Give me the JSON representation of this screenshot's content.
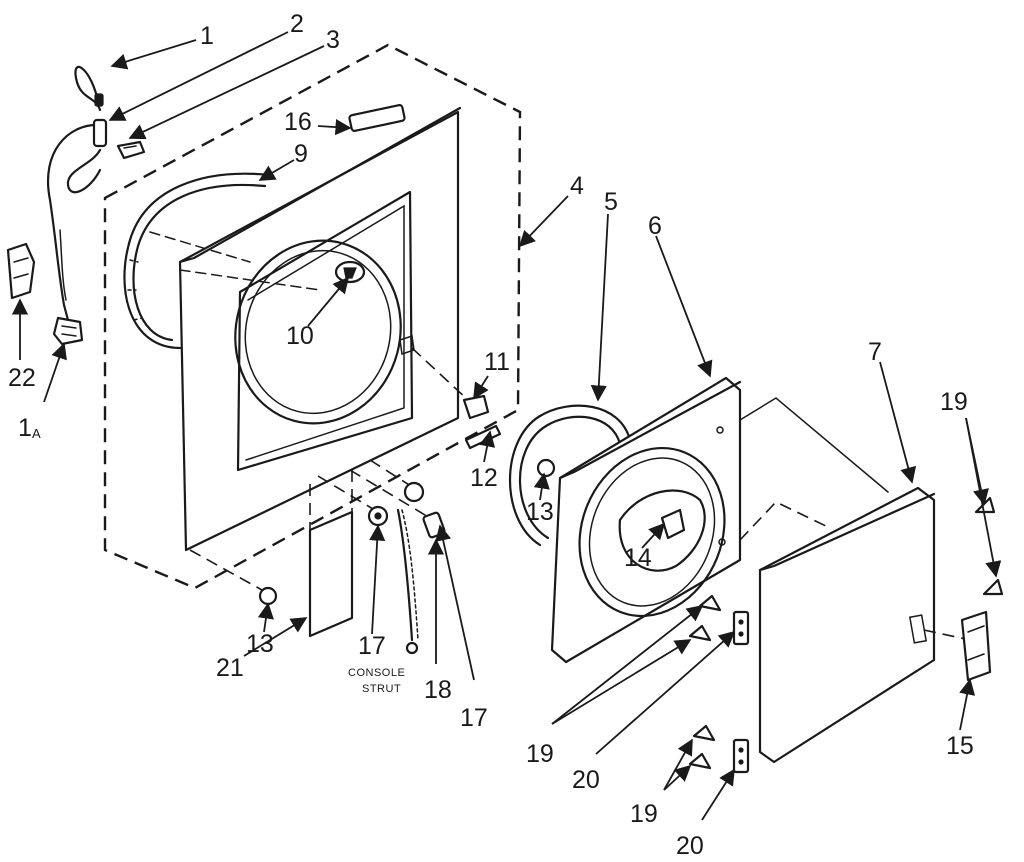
{
  "callouts": {
    "c1": "1",
    "c1a_main": "1",
    "c1a_sub": "A",
    "c2": "2",
    "c3": "3",
    "c4": "4",
    "c5": "5",
    "c6": "6",
    "c7": "7",
    "c9": "9",
    "c10": "10",
    "c11": "11",
    "c12": "12",
    "c13a": "13",
    "c13b": "13",
    "c14": "14",
    "c15": "15",
    "c16": "16",
    "c17a": "17",
    "c17b": "17",
    "c18": "18",
    "c19a": "19",
    "c19b": "19",
    "c19c": "19",
    "c20a": "20",
    "c20b": "20",
    "c21": "21",
    "c22": "22"
  },
  "labels": {
    "console_strut_line1": "CONSOLE",
    "console_strut_line2": "STRUT"
  }
}
